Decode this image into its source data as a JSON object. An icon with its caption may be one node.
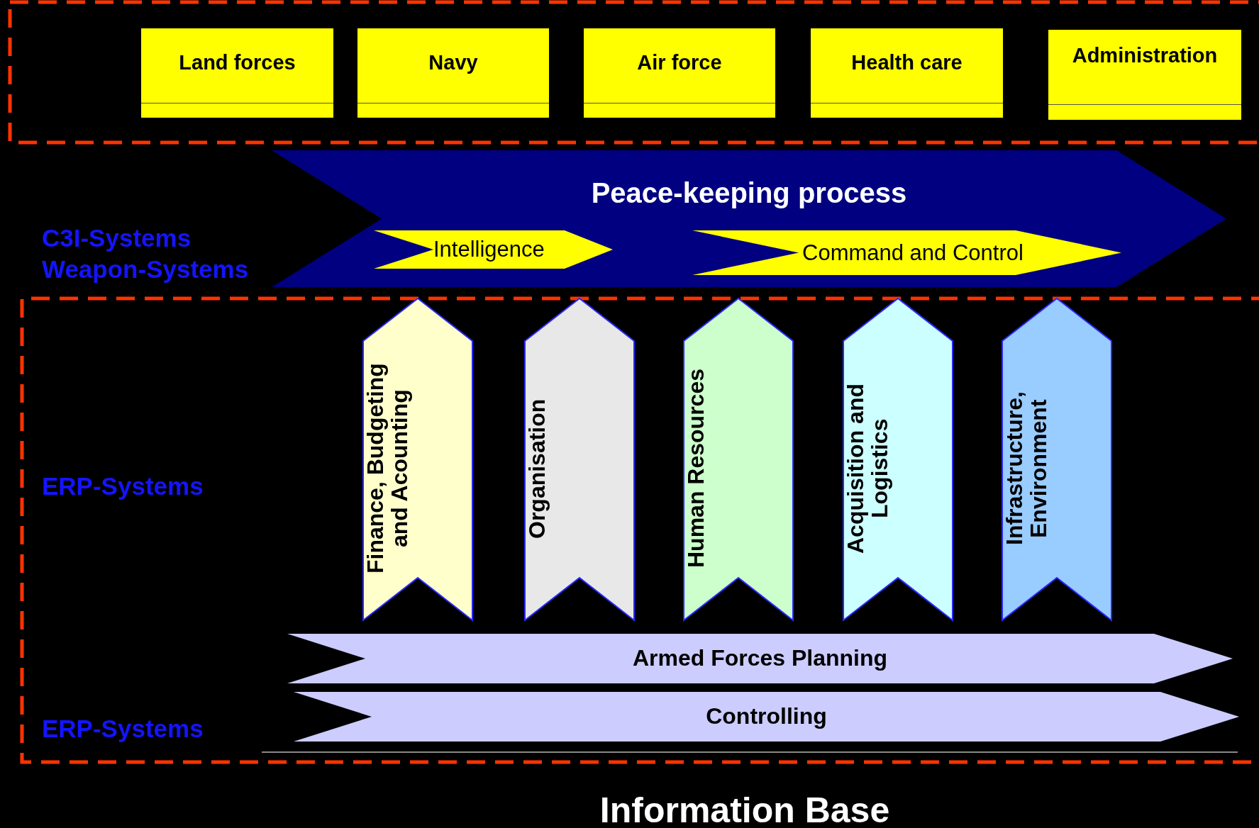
{
  "diagram": {
    "caption": "Information Base",
    "nodes": [
      {
        "text": [
          "Land forces"
        ]
      },
      {
        "text": [
          "Navy"
        ]
      },
      {
        "text": [
          "Air force"
        ]
      },
      {
        "text": [
          "Health care"
        ]
      },
      {
        "text": [
          "Administration"
        ]
      },
      {
        "text": [
          "Peace-keeping process"
        ]
      },
      {
        "text": [
          "Intelligence"
        ],
        "in": 5
      },
      {
        "text": [
          "Command and Control"
        ],
        "in": 5
      },
      {
        "text": [
          "Finance, Budgeting and Acounting"
        ]
      },
      {
        "text": [
          "Organisation"
        ]
      },
      {
        "text": [
          "Human Resources"
        ]
      },
      {
        "text": [
          "Acquisition and Logistics"
        ]
      },
      {
        "text": [
          "Infrastructure, Environment"
        ]
      },
      {
        "text": [
          "Armed Forces Planning"
        ]
      },
      {
        "text": [
          "Controlling"
        ]
      }
    ],
    "labels": [
      "C3I-Systems",
      "Weapon-Systems",
      "ERP-Systems",
      "ERP-Systems"
    ]
  }
}
